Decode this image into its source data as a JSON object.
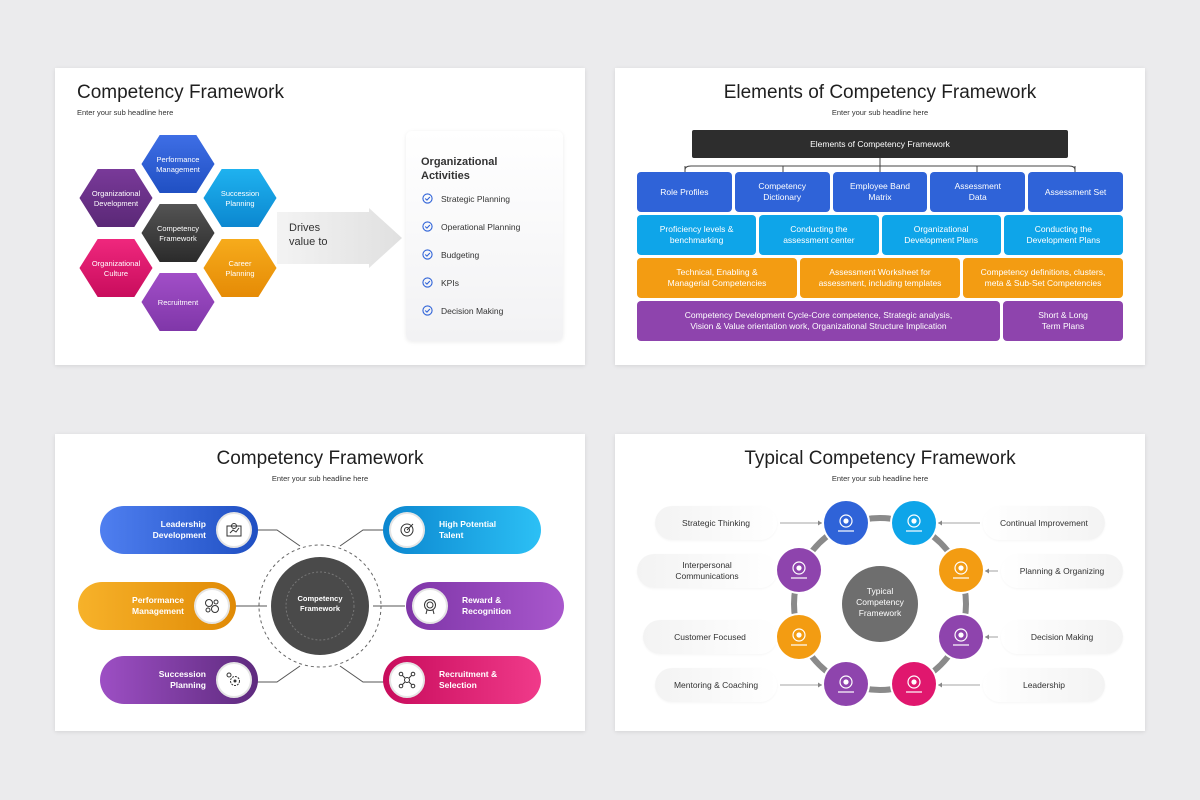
{
  "slide1": {
    "title": "Competency Framework",
    "subtitle": "Enter your sub headline here",
    "hexes": {
      "top": "Performance\nManagement",
      "upper_left": "Organizational\nDevelopment",
      "upper_right": "Succession\nPlanning",
      "center": "Competency\nFramework",
      "lower_left": "Organizational\nCulture",
      "lower_right": "Career\nPlanning",
      "bottom": "Recruitment"
    },
    "arrow_text": "Drives\nvalue to",
    "activities_title": "Organizational\nActivities",
    "activities": [
      "Strategic Planning",
      "Operational Planning",
      "Budgeting",
      "KPIs",
      "Decision Making"
    ]
  },
  "slide2": {
    "title": "Elements of Competency Framework",
    "subtitle": "Enter your sub headline here",
    "top_bar": "Elements of Competency Framework",
    "row1": [
      "Role Profiles",
      "Competency\nDictionary",
      "Employee Band\nMatrix",
      "Assessment\nData",
      "Assessment Set"
    ],
    "row2": [
      "Proficiency levels &\nbenchmarking",
      "Conducting the\nassessment center",
      "Organizational\nDevelopment Plans",
      "Conducting the\nDevelopment Plans"
    ],
    "row3": [
      "Technical, Enabling &\nManagerial Competencies",
      "Assessment Worksheet for\nassessment, including templates",
      "Competency definitions, clusters,\nmeta & Sub-Set Competencies"
    ],
    "row4": [
      "Competency Development Cycle-Core competence, Strategic analysis,\nVision & Value orientation work, Organizational Structure Implication",
      "Short & Long\nTerm Plans"
    ]
  },
  "slide3": {
    "title": "Competency Framework",
    "subtitle": "Enter your sub headline here",
    "center": "Competency\nFramework",
    "items": {
      "leadership": "Leadership\nDevelopment",
      "performance": "Performance\nManagement",
      "succession": "Succession\nPlanning",
      "high_potential": "High Potential\nTalent",
      "reward": "Reward &\nRecognition",
      "recruitment": "Recruitment &\nSelection"
    }
  },
  "slide4": {
    "title": "Typical Competency Framework",
    "subtitle": "Enter your sub headline here",
    "center": "Typical\nCompetency\nFramework",
    "left_labels": [
      "Strategic Thinking",
      "Interpersonal\nCommunications",
      "Customer Focused",
      "Mentoring & Coaching"
    ],
    "right_labels": [
      "Continual Improvement",
      "Planning & Organizing",
      "Decision Making",
      "Leadership"
    ]
  },
  "colors": {
    "blue": "#2f63d8",
    "cyan": "#0ea5e9",
    "orange": "#f39c12",
    "purple": "#8e44ad",
    "magenta": "#e0176e",
    "dark": "#3a3a3a"
  }
}
